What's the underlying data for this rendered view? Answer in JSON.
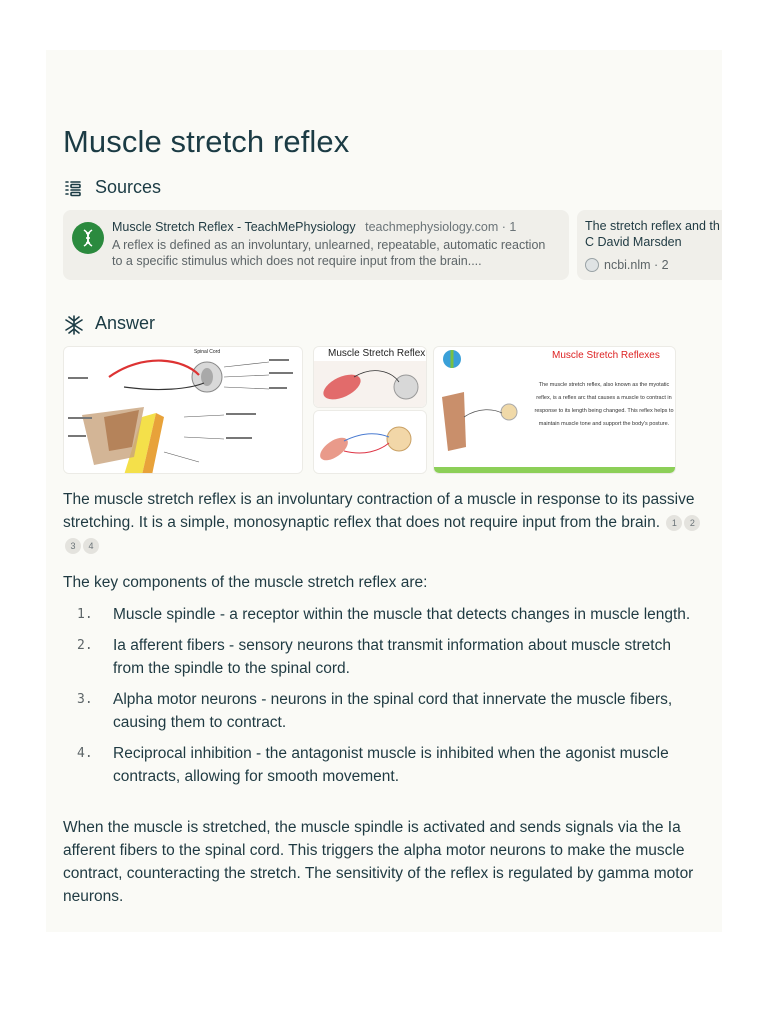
{
  "page": {
    "title": "Muscle stretch reflex"
  },
  "sources": {
    "heading": "Sources",
    "cards": [
      {
        "title": "Muscle Stretch Reflex - TeachMePhysiology",
        "domain": "teachmephysiology.com · 1",
        "snippet": "A reflex is defined as an involuntary, unlearned, repeatable, automatic reaction to a specific stimulus which does not require input from the brain...."
      },
      {
        "title_line1": "The stretch reflex and th",
        "title_line2": "C David Marsden",
        "domain": "ncbi.nlm · 2"
      }
    ]
  },
  "answer": {
    "heading": "Answer",
    "images": {
      "img1_caption": "Spinal Cord",
      "img2_caption": "Muscle Stretch Reflex",
      "img3_caption": "Muscle Stretch Reflexes",
      "img3_body": "The muscle stretch reflex, also known as the myotatic reflex, is a reflex arc that causes a muscle to contract in response to its length being changed. This reflex helps to maintain muscle tone and support the body's posture."
    },
    "intro": "The muscle stretch reflex is an involuntary contraction of a muscle in response to its passive stretching. It is a simple, monosynaptic reflex that does not require input from the brain.",
    "citations": [
      "1",
      "2",
      "3",
      "4"
    ],
    "components_intro": "The key components of the muscle stretch reflex are:",
    "components": [
      {
        "num": "1.",
        "text": "Muscle spindle - a receptor within the muscle that detects changes in muscle length."
      },
      {
        "num": "2.",
        "text": "Ia afferent fibers - sensory neurons that transmit information about muscle stretch from the spindle to the spinal cord."
      },
      {
        "num": "3.",
        "text": "Alpha motor neurons - neurons in the spinal cord that innervate the muscle fibers, causing them to contract."
      },
      {
        "num": "4.",
        "text": "Reciprocal inhibition - the antagonist muscle is inhibited when the agonist muscle contracts, allowing for smooth movement."
      }
    ],
    "conclusion": "When the muscle is stretched, the muscle spindle is activated and sends signals via the Ia afferent fibers to the spinal cord. This triggers the alpha motor neurons to make the muscle contract, counteracting the stretch. The sensitivity of the reflex is regulated by gamma motor neurons."
  },
  "colors": {
    "panel_bg": "#fafaf6",
    "card_bg": "#f0efea",
    "text": "#1f3a42",
    "muted": "#5d6568"
  },
  "icons": [
    "sources-icon",
    "answer-icon",
    "dna-logo-icon",
    "globe-icon"
  ]
}
